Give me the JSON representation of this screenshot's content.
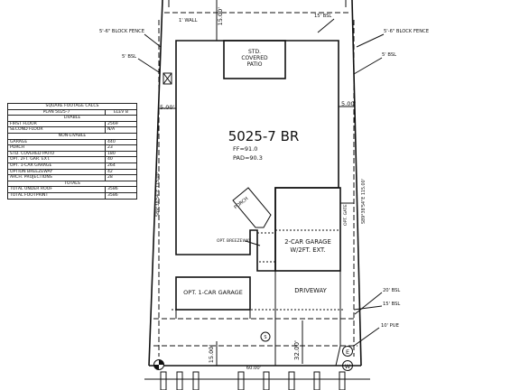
{
  "labels": {
    "fence_left": "5'-6\" BLOCK FENCE",
    "fence_right": "5'-6\" BLOCK FENCE",
    "wall_top": "1' WALL",
    "dim_top_vertical": "15.00'",
    "bsl_15_top": "15' BSL",
    "bsl_5_left": "5' BSL",
    "bsl_5_right": "5' BSL",
    "dim_left_5": "5.00'",
    "dim_right_5": "5.00'",
    "patio": [
      "STD.",
      "COVERED",
      "PATIO"
    ],
    "plan_name": "5025-7 BR",
    "ff": "FF=91.0",
    "pad": "PAD=90.3",
    "left_bearing": "S89°38'54\"E  115.00'",
    "right_bearing": "S89°38'54\"E  115.00'",
    "porch": "PORCH",
    "opt_gate": "OPT. GATE",
    "garage_2car": [
      "2-CAR GARAGE",
      "W/2FT. EXT."
    ],
    "opt_breezeway": "OPT. BREEZEWAY",
    "opt_1car": "OPT. 1-CAR GARAGE",
    "driveway": "DRIVEWAY",
    "bsl_20": "20' BSL",
    "bsl_15_bottom": "15' BSL",
    "pue": "10' PUE",
    "dim_32": "32.00'",
    "dim_15_bottom": "15.00'",
    "dim_60": "60.00'",
    "marker_e": "E",
    "marker_w": "W",
    "marker_s": "S"
  },
  "table": {
    "title": "SQUARE FOOTAGE CALCS",
    "plan": "PLAN 5025-7",
    "elev": "ELEV B",
    "livable_header": "LIVABLE",
    "livable": [
      {
        "label": "FIRST FLOOR",
        "value": "2569"
      },
      {
        "label": "SECOND FLOOR",
        "value": "N/A"
      }
    ],
    "nonlivable_header": "NON-LIVABLE",
    "nonlivable": [
      {
        "label": "GARAGE",
        "value": "440"
      },
      {
        "label": "PORCH",
        "value": "23"
      },
      {
        "label": "STD. COVERED PATIO",
        "value": "180"
      },
      {
        "label": "OPT. 2FT. GAR. EXT.",
        "value": "40"
      },
      {
        "label": "OPT. 1-CAR GARAGE",
        "value": "264"
      },
      {
        "label": "OPTION BREEZEWAY",
        "value": "42"
      },
      {
        "label": "ARCH. PROJECTIONS",
        "value": "28"
      }
    ],
    "totals_header": "TOTALS",
    "totals": [
      {
        "label": "TOTAL UNDER ROOF",
        "value": "3586"
      },
      {
        "label": "TOTAL FOOTPRINT",
        "value": "3586"
      }
    ]
  }
}
